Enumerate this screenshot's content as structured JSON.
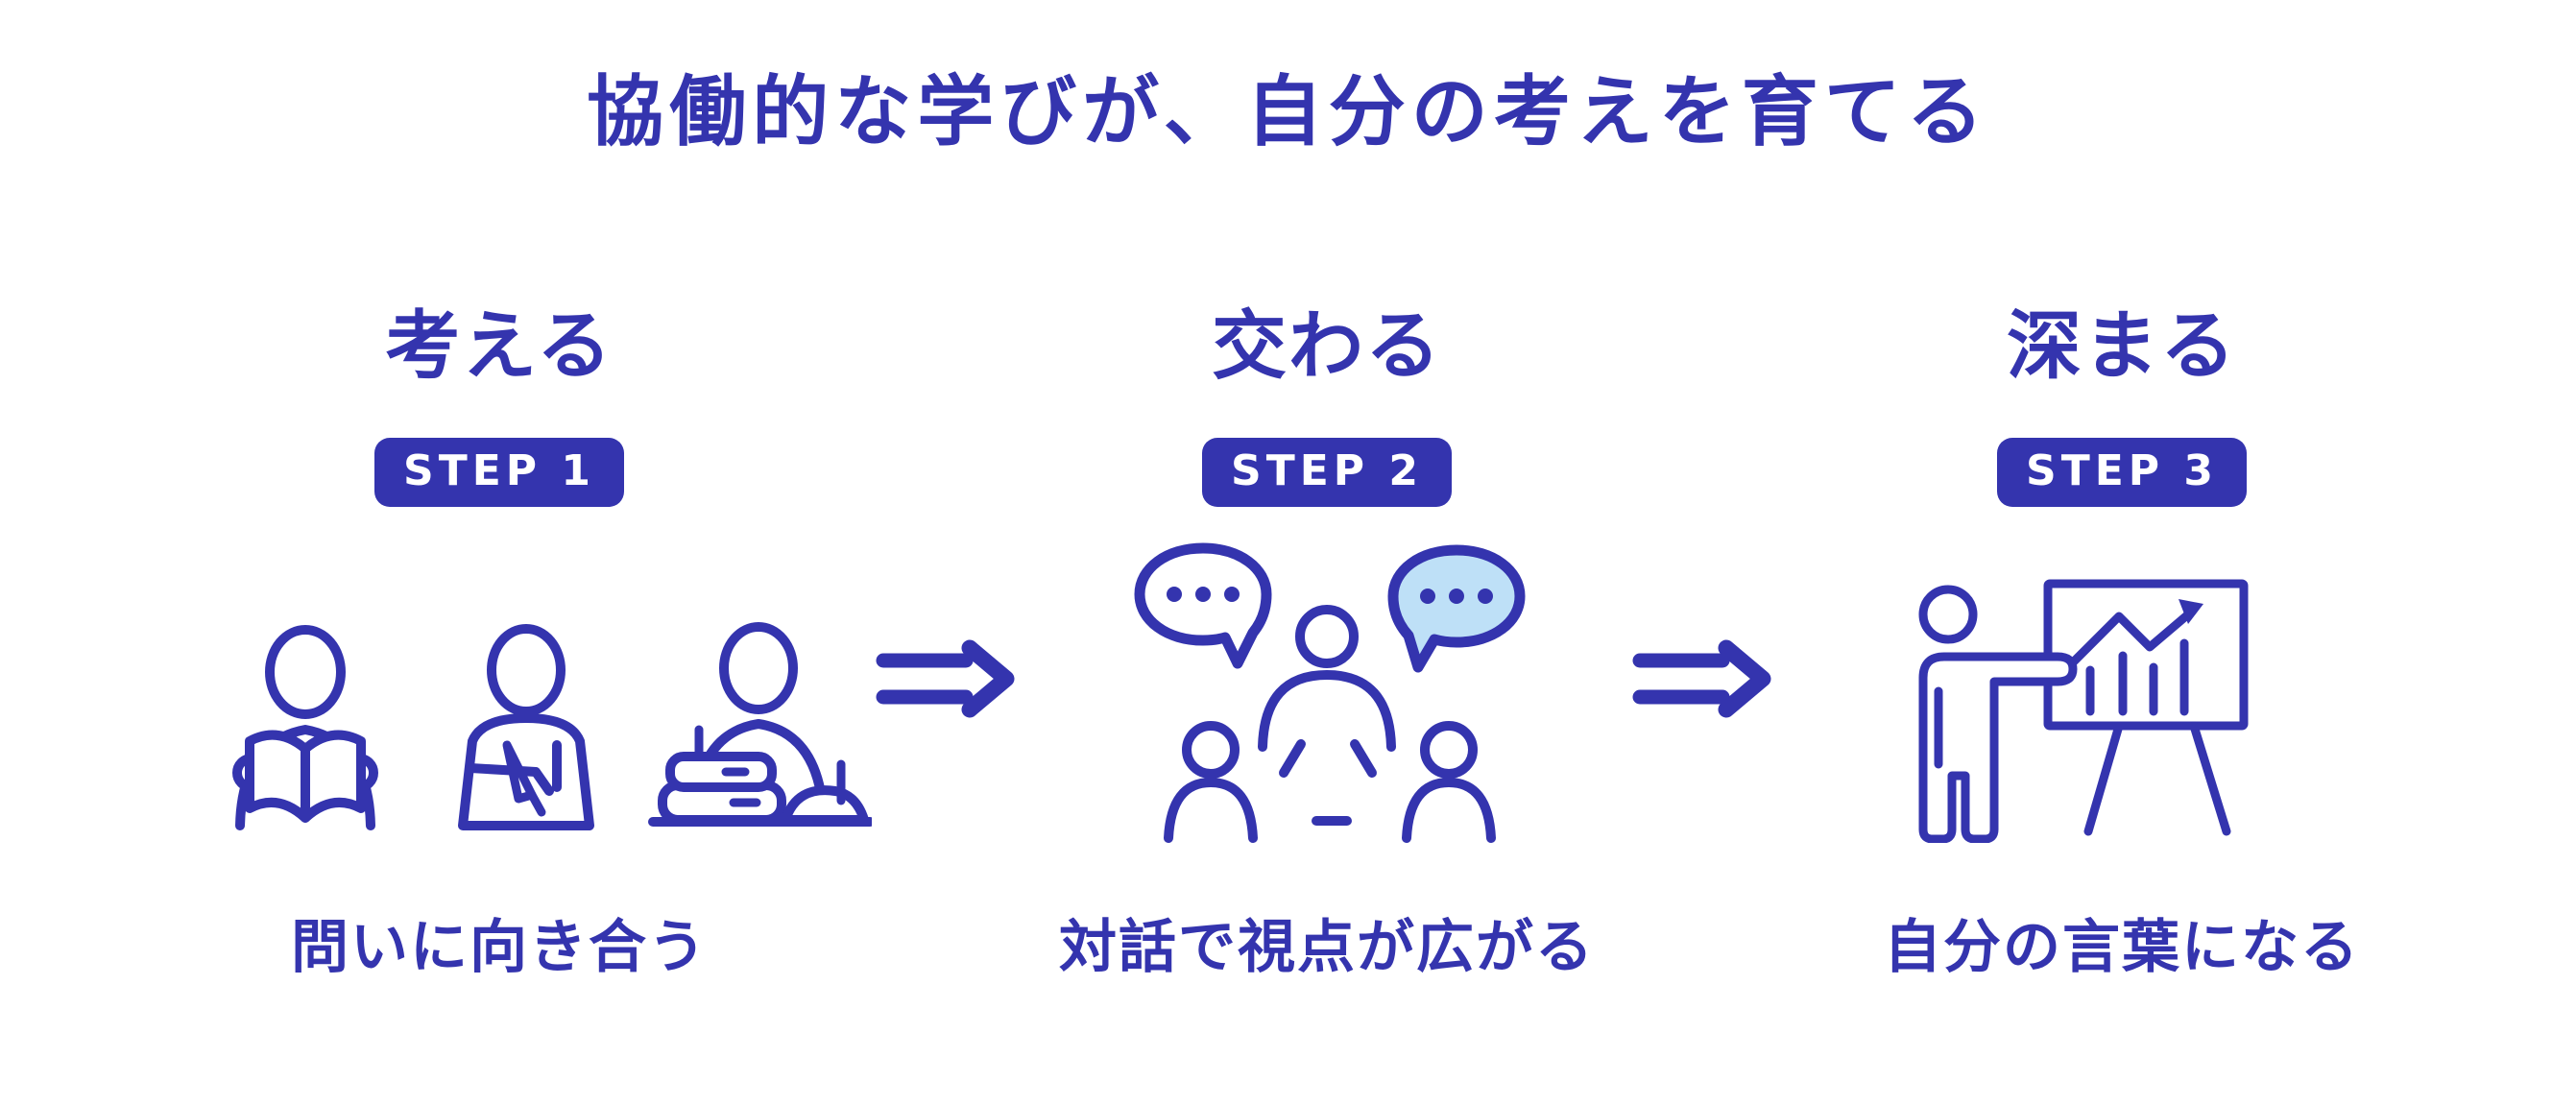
{
  "title": "協働的な学びが、自分の考えを育てる",
  "theme": {
    "primary": "#3434AE",
    "bubble_fill": "#BEE0F7",
    "background": "#FFFFFF",
    "badge_text": "#FFFFFF"
  },
  "steps": [
    {
      "heading": "考える",
      "badge": "STEP 1",
      "caption": "問いに向き合う",
      "icon": "students-self-study-icon"
    },
    {
      "heading": "交わる",
      "badge": "STEP 2",
      "caption": "対話で視点が広がる",
      "icon": "group-discussion-icon"
    },
    {
      "heading": "深まる",
      "badge": "STEP 3",
      "caption": "自分の言葉になる",
      "icon": "presentation-board-icon"
    }
  ],
  "arrows": {
    "icon": "double-right-arrow-icon",
    "count": 2
  }
}
